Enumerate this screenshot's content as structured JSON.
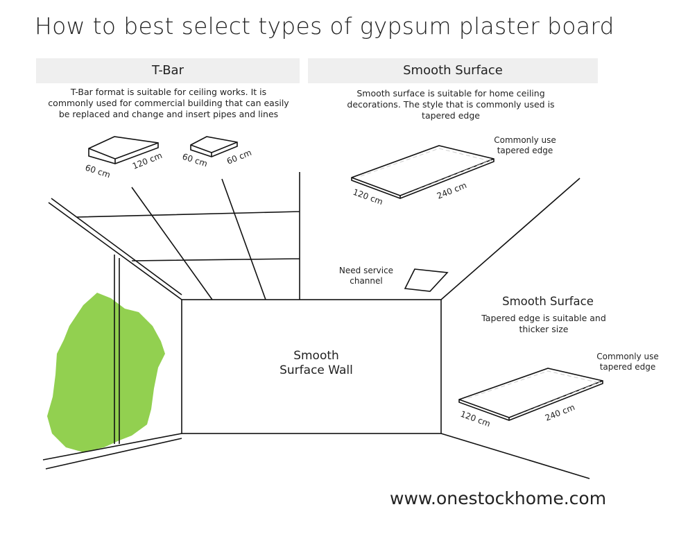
{
  "title": "How to best select types of gypsum plaster board",
  "tbar": {
    "heading": "T-Bar",
    "description": "T-Bar format is suitable for ceiling works. It is commonly used for commercial building that can easily be replaced and change and insert pipes and lines",
    "board1": {
      "width": "60 cm",
      "length": "120 cm"
    },
    "board2": {
      "width": "60 cm",
      "length": "60 cm"
    }
  },
  "smooth_ceiling": {
    "heading": "Smooth Surface",
    "description": "Smooth surface is suitable for home ceiling decorations. The style that is commonly used is tapered edge",
    "edge_note": "Commonly use tapered edge",
    "board": {
      "width": "120 cm",
      "length": "240 cm"
    }
  },
  "service_channel": "Need service channel",
  "wall_label": "Smooth Surface Wall",
  "smooth_wall": {
    "heading": "Smooth Surface",
    "description": "Tapered edge is suitable and thicker size",
    "edge_note": "Commonly use tapered edge",
    "board": {
      "width": "120 cm",
      "length": "240 cm"
    }
  },
  "website": "www.onestockhome.com",
  "colors": {
    "plant": "#92d050",
    "header_bg": "#efefef"
  }
}
